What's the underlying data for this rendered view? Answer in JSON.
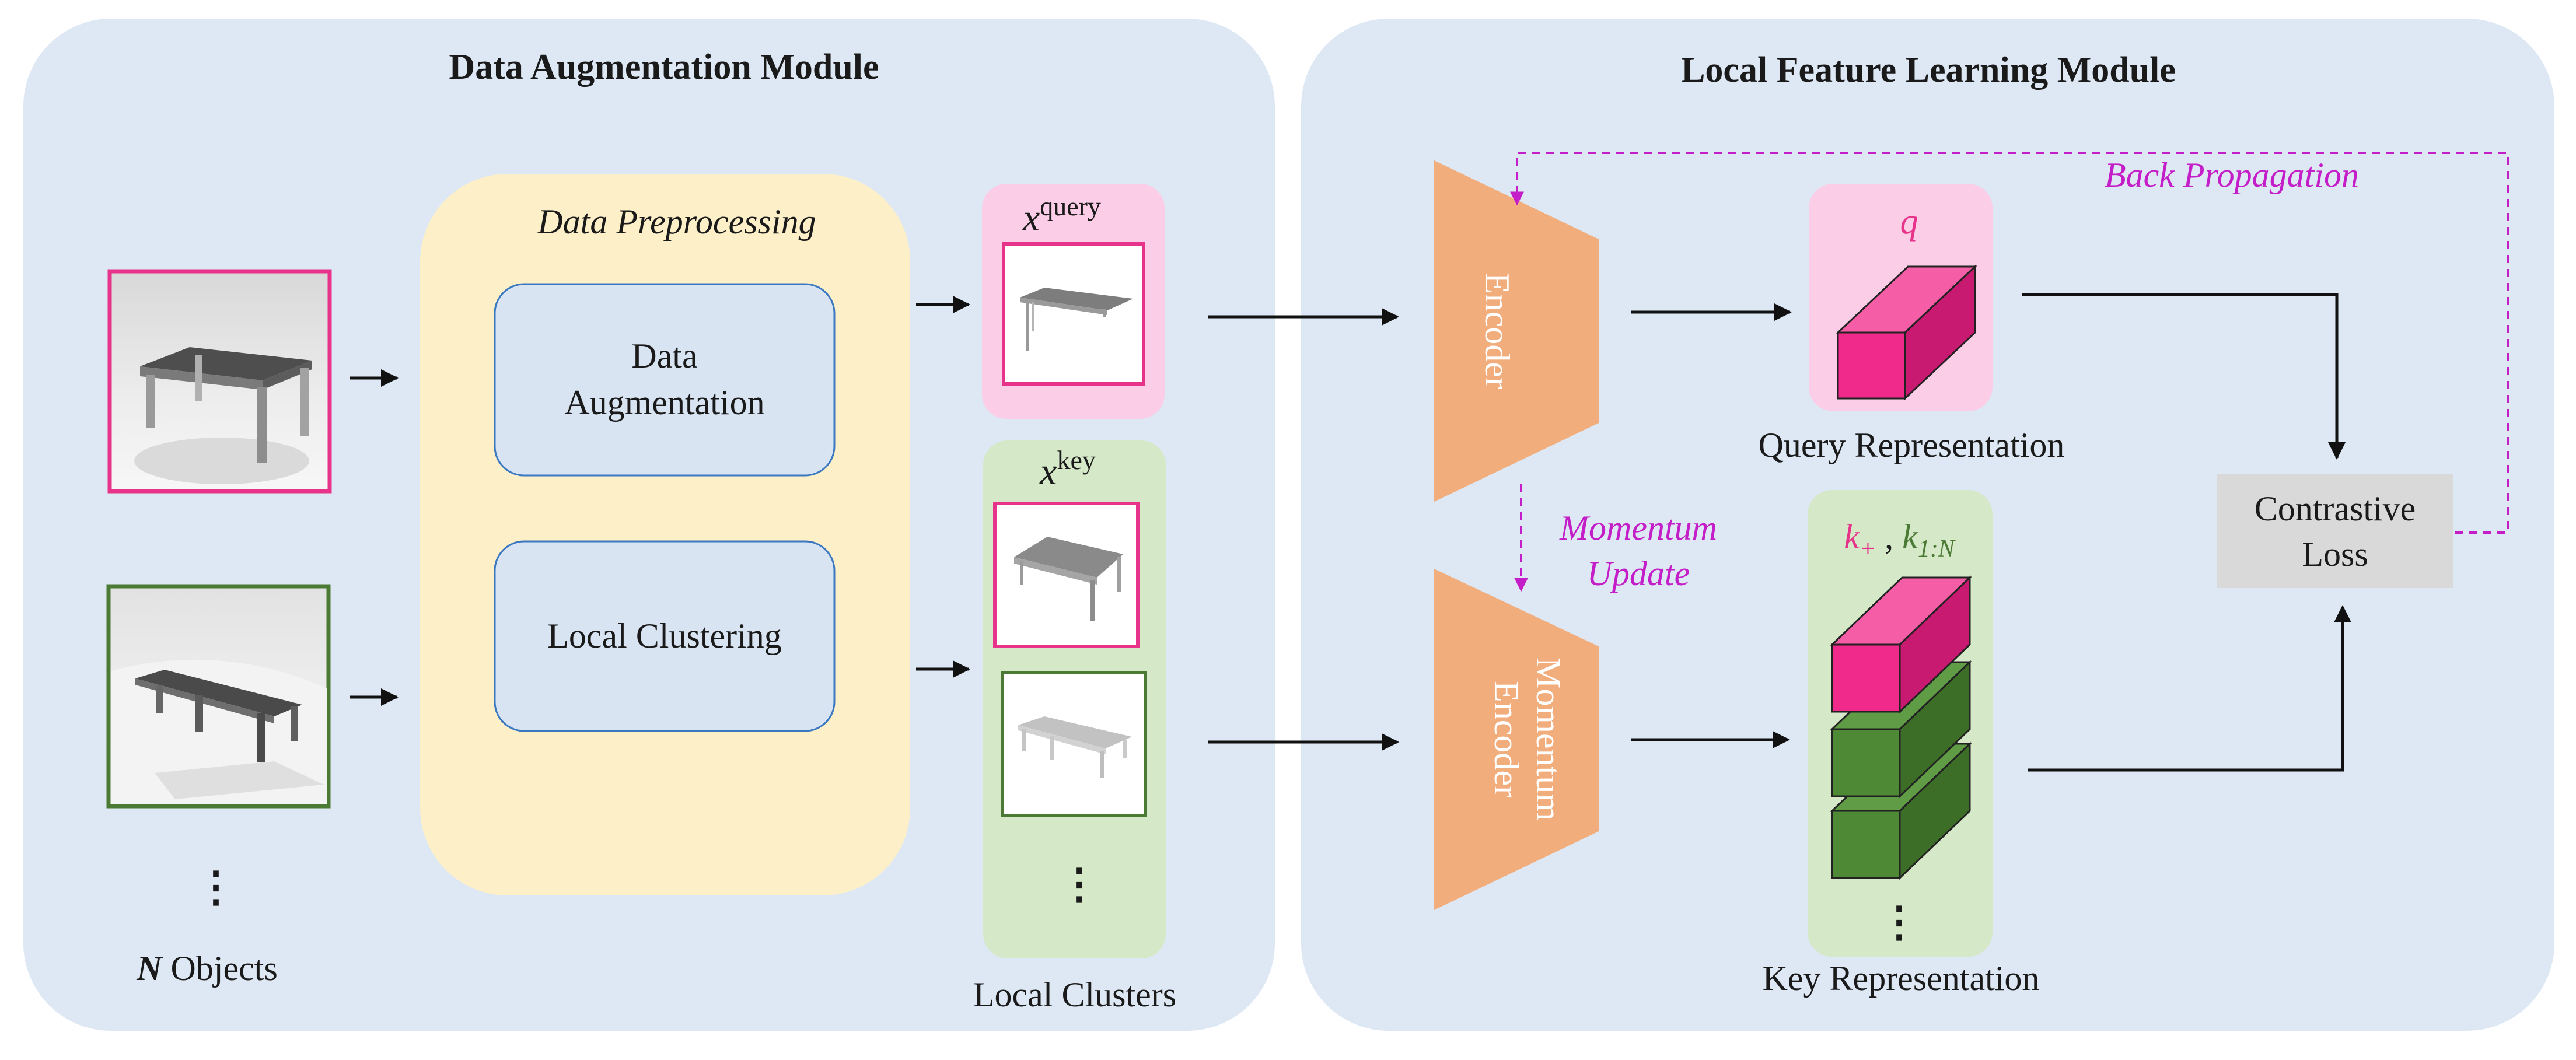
{
  "modules": {
    "left_title": "Data Augmentation Module",
    "right_title": "Local Feature Learning Module"
  },
  "preprocessing": {
    "title": "Data Preprocessing",
    "box1_line1": "Data",
    "box1_line2": "Augmentation",
    "box2": "Local Clustering"
  },
  "objects": {
    "count_var": "N",
    "count_label": " Objects",
    "ellipsis": "⋮"
  },
  "clusters": {
    "query_base": "x",
    "query_sup": "query",
    "key_base": "x",
    "key_sup": "key",
    "ellipsis": "⋮",
    "caption": "Local Clusters"
  },
  "encoders": {
    "encoder": "Encoder",
    "momentum_line1": "Momentum",
    "momentum_line2": "Encoder",
    "momentum_update_line1": "Momentum",
    "momentum_update_line2": "Update"
  },
  "representations": {
    "query_symbol": "q",
    "query_caption": "Query Representation",
    "key_plus_base": "k",
    "key_plus_sub": "+",
    "key_sep": " , ",
    "key_neg_base": "k",
    "key_neg_sub": "1:N",
    "ellipsis": "⋮",
    "key_caption": "Key Representation"
  },
  "loss": {
    "line1": "Contrastive",
    "line2": "Loss",
    "backprop": "Back Propagation"
  },
  "colors": {
    "panel_bg": "#dde8f4",
    "preproc_bg": "#fdf0c8",
    "inner_box": "#d9e4f3",
    "inner_border": "#3a78c2",
    "query_bg": "#fbcde6",
    "key_bg": "#d5e8c8",
    "magenta": "#e8338a",
    "green_border": "#4a7a34",
    "encoder_fill": "#f2ad7d",
    "loss_bg": "#d9d9d9",
    "dashed": "#c41ec8",
    "cube_pink_front": "#f02a8a",
    "cube_pink_top": "#f55ea6",
    "cube_pink_side": "#c81a70",
    "cube_green_front": "#4e8a35",
    "cube_green_top": "#5f9c45",
    "cube_green_side": "#3d6e28"
  }
}
